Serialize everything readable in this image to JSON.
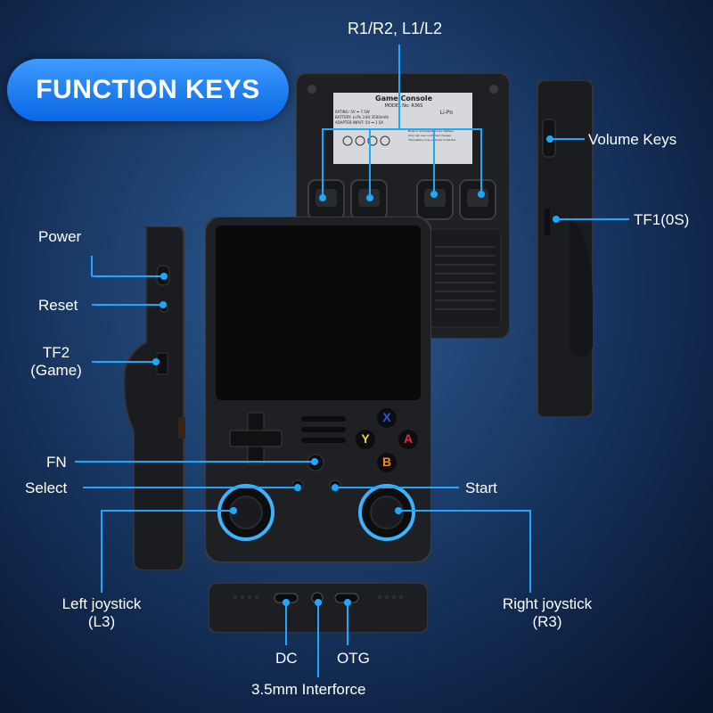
{
  "title": "FUNCTION KEYS",
  "back_sticker": {
    "heading": "Game Console",
    "model": "MODEL No: R36S",
    "rating": "RATING: 5V ⎓ 7.5W",
    "battery": "BATTERY: Li-Po 3.8V 3500mAh",
    "adapter": "ADAPTER INPUT: 5V ⎓ 1.5A",
    "lipo": "Li-Po",
    "warning_1": "Built-in rechargeable li-po battery",
    "warning_2": "Only can use confirmed charger",
    "warning_3": "The battery may explode in the fire"
  },
  "face_buttons": {
    "x": "X",
    "y": "Y",
    "a": "A",
    "b": "B"
  },
  "colors": {
    "accent": "#1da8ff",
    "x": "#2b5be0",
    "y": "#f2d43c",
    "a": "#e03131",
    "b": "#f08c1e",
    "ring": "#3fb2ff"
  },
  "callouts": {
    "shoulders": "R1/R2, L1/L2",
    "volume": "Volume Keys",
    "tf1": "TF1(0S)",
    "power": "Power",
    "reset": "Reset",
    "tf2_line1": "TF2",
    "tf2_line2": "(Game)",
    "fn": "FN",
    "select": "Select",
    "start": "Start",
    "left_line1": "Left joystick",
    "left_line2": "(L3)",
    "right_line1": "Right joystick",
    "right_line2": "(R3)",
    "dc": "DC",
    "otg": "OTG",
    "audio": "3.5mm Interforce"
  }
}
